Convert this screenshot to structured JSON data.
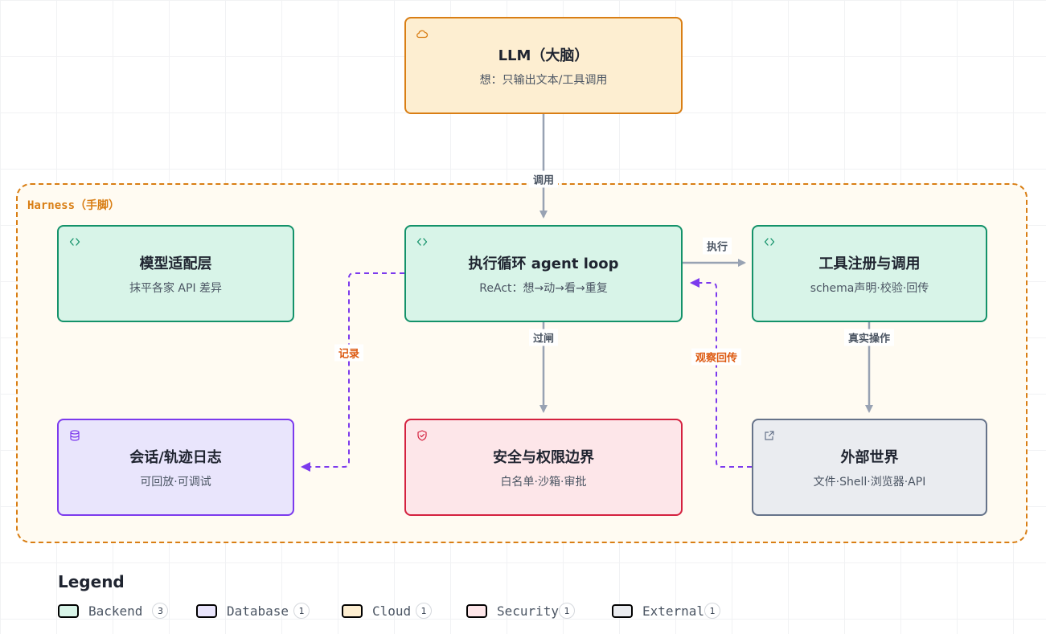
{
  "group": {
    "label": "Harness（手脚）"
  },
  "nodes": {
    "llm": {
      "title": "LLM（大脑）",
      "subtitle": "想：只输出文本/工具调用",
      "icon": "cloud-icon"
    },
    "adapter": {
      "title": "模型适配层",
      "subtitle": "抹平各家 API 差异",
      "icon": "code-icon"
    },
    "loop": {
      "title": "执行循环 agent loop",
      "subtitle": "ReAct：想→动→看→重复",
      "icon": "code-icon"
    },
    "tools": {
      "title": "工具注册与调用",
      "subtitle": "schema声明·校验·回传",
      "icon": "code-icon"
    },
    "log": {
      "title": "会话/轨迹日志",
      "subtitle": "可回放·可调试",
      "icon": "database-icon"
    },
    "security": {
      "title": "安全与权限边界",
      "subtitle": "白名单·沙箱·审批",
      "icon": "shield-icon"
    },
    "world": {
      "title": "外部世界",
      "subtitle": "文件·Shell·浏览器·API",
      "icon": "external-link-icon"
    }
  },
  "edges": {
    "invoke": "调用",
    "execute": "执行",
    "gate": "过闸",
    "real_ops": "真实操作",
    "record": "记录",
    "observe": "观察回传"
  },
  "legend": {
    "title": "Legend",
    "items": [
      {
        "label": "Backend",
        "count": "3"
      },
      {
        "label": "Database",
        "count": "1"
      },
      {
        "label": "Cloud",
        "count": "1"
      },
      {
        "label": "Security",
        "count": "1"
      },
      {
        "label": "External",
        "count": "1"
      }
    ]
  },
  "colors": {
    "backend": "#14926a",
    "database": "#7c3aed",
    "cloud": "#d97e14",
    "security": "#d4213f",
    "external": "#66738a",
    "edge_gray": "#98a2b3",
    "edge_purple": "#7c3aed"
  }
}
